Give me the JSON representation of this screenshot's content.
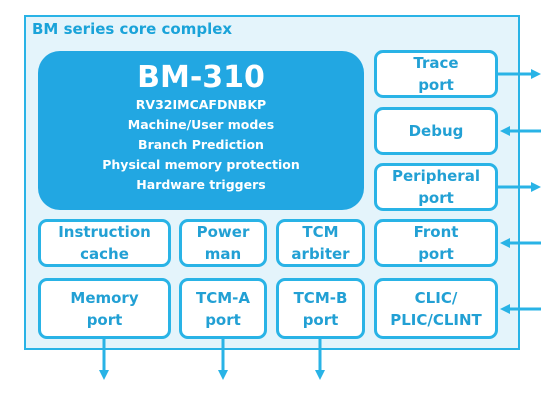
{
  "complex": {
    "title": "BM series core complex"
  },
  "core": {
    "name": "BM-310",
    "features": [
      "RV32IMCAFDNBKP",
      "Machine/User modes",
      "Branch Prediction",
      "Physical memory protection",
      "Hardware triggers"
    ]
  },
  "blocks": {
    "trace": {
      "line1": "Trace",
      "line2": "port"
    },
    "debug": {
      "line1": "Debug"
    },
    "peripheral": {
      "line1": "Peripheral",
      "line2": "port"
    },
    "front": {
      "line1": "Front",
      "line2": "port"
    },
    "clic": {
      "line1": "CLIC/",
      "line2": "PLIC/CLINT"
    },
    "icache": {
      "line1": "Instruction",
      "line2": "cache"
    },
    "power": {
      "line1": "Power",
      "line2": "man"
    },
    "tcm_arbiter": {
      "line1": "TCM",
      "line2": "arbiter"
    },
    "memory": {
      "line1": "Memory",
      "line2": "port"
    },
    "tcm_a": {
      "line1": "TCM-A",
      "line2": "port"
    },
    "tcm_b": {
      "line1": "TCM-B",
      "line2": "port"
    }
  },
  "colors": {
    "accent": "#29b3e6",
    "core_fill": "#22a7e2",
    "frame_fill": "#e4f4fb",
    "text": "#22a0d4"
  }
}
